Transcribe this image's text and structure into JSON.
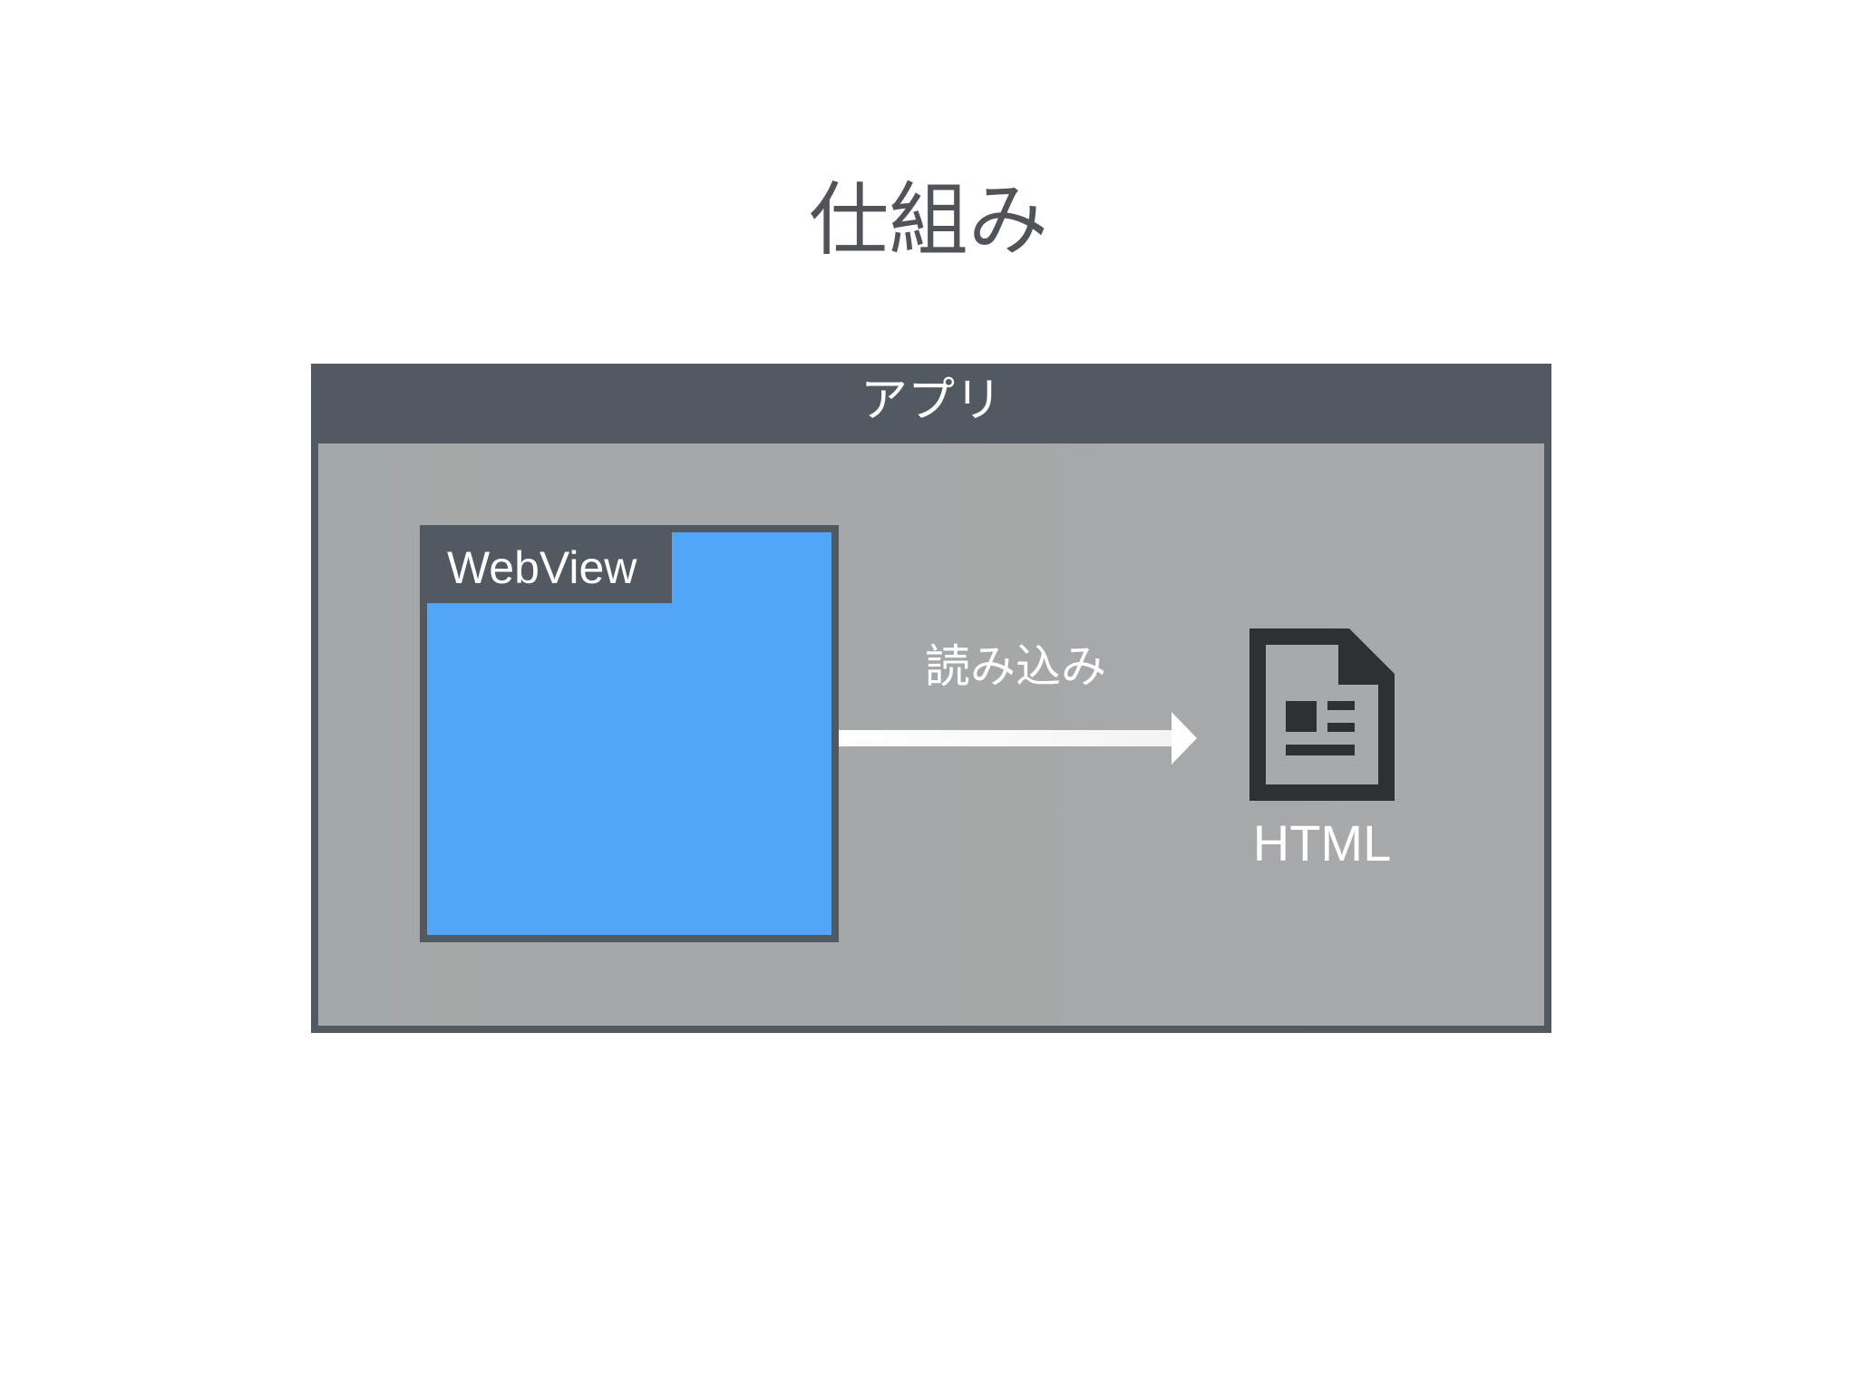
{
  "slide": {
    "title": "仕組み"
  },
  "app": {
    "label": "アプリ",
    "webview_label": "WebView",
    "arrow_label": "読み込み",
    "file_label": "HTML",
    "file_icon": "document-icon"
  },
  "colors": {
    "frame": "#535960",
    "panel": "#a5a8a8",
    "webview": "#53a5f7",
    "icon": "#2f3031",
    "text_light": "#ffffff",
    "title_text": "#505458"
  }
}
